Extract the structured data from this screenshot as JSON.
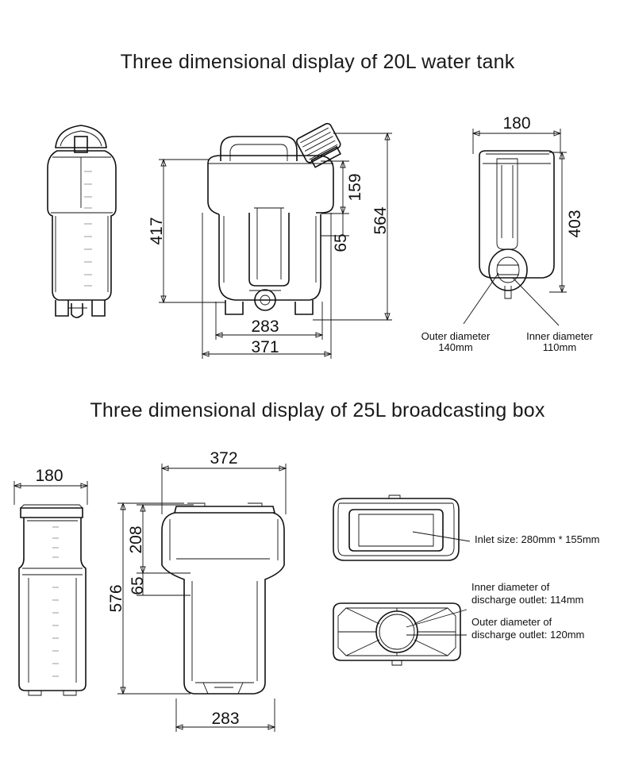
{
  "tank20": {
    "title": "Three dimensional display of 20L water tank",
    "dims": {
      "height_left": "417",
      "top_section": "159",
      "full_height": "564",
      "mid_section": "65",
      "base_width": "283",
      "total_width": "371",
      "end_width": "180",
      "end_height": "403"
    },
    "callouts": {
      "outer_label": "Outer diameter",
      "outer_value": "140mm",
      "inner_label": "Inner diameter",
      "inner_value": "110mm"
    }
  },
  "box25": {
    "title": "Three dimensional display of 25L broadcasting box",
    "dims": {
      "side_width": "180",
      "top_width": "372",
      "top_section": "208",
      "mid_section": "65",
      "full_height": "576",
      "base_width": "283"
    },
    "callouts": {
      "inlet": "Inlet size: 280mm * 155mm",
      "inner_line1": "Inner diameter of",
      "inner_line2": "discharge outlet: 114mm",
      "outer_line1": "Outer diameter of",
      "outer_line2": "discharge outlet: 120mm"
    }
  }
}
